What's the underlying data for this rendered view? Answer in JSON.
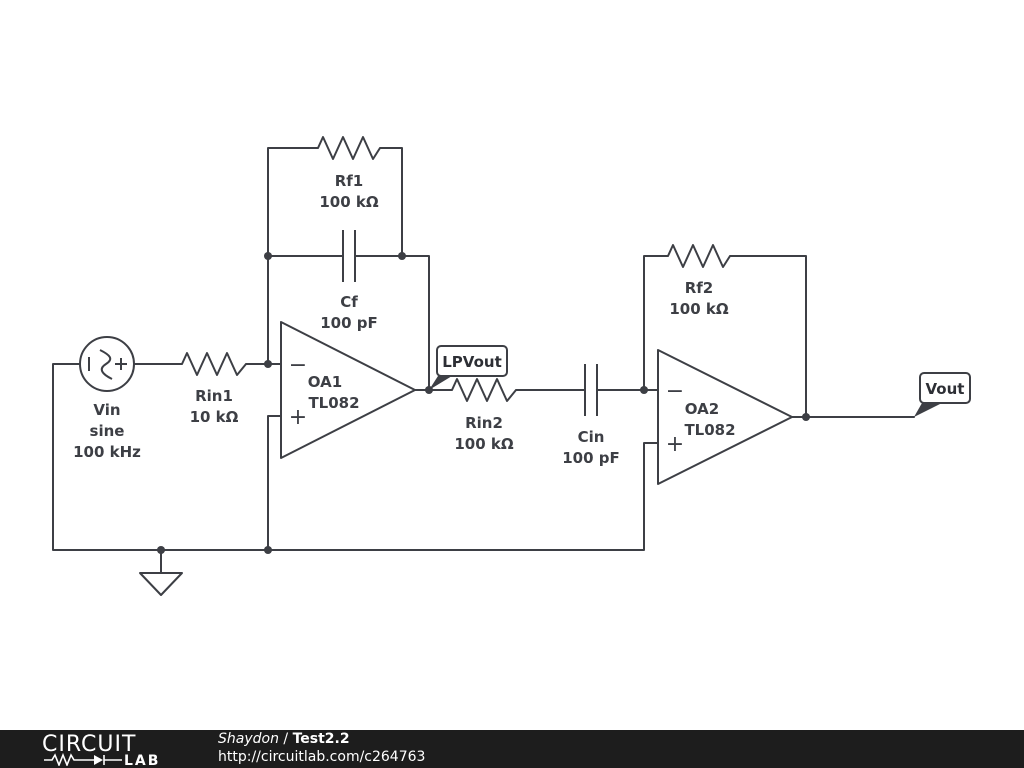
{
  "schematic": {
    "components": {
      "vin": {
        "name": "Vin",
        "waveform": "sine",
        "frequency": "100 kHz"
      },
      "rin1": {
        "name": "Rin1",
        "value": "10 kΩ"
      },
      "rf1": {
        "name": "Rf1",
        "value": "100 kΩ"
      },
      "cf": {
        "name": "Cf",
        "value": "100 pF"
      },
      "oa1": {
        "name": "OA1",
        "part": "TL082"
      },
      "rin2": {
        "name": "Rin2",
        "value": "100 kΩ"
      },
      "cin": {
        "name": "Cin",
        "value": "100 pF"
      },
      "rf2": {
        "name": "Rf2",
        "value": "100 kΩ"
      },
      "oa2": {
        "name": "OA2",
        "part": "TL082"
      }
    },
    "net_labels": {
      "lpvout": "LPVout",
      "vout": "Vout"
    },
    "opamp_pins": {
      "minus": "−",
      "plus": "+"
    }
  },
  "footer": {
    "logo_top": "CIRCUIT",
    "logo_bottom": "LAB",
    "author": "Shaydon",
    "separator": " / ",
    "title": "Test2.2",
    "url": "http://circuitlab.com/c264763"
  },
  "colors": {
    "ink": "#3d3f45",
    "footer_bg": "#1d1d1d"
  }
}
